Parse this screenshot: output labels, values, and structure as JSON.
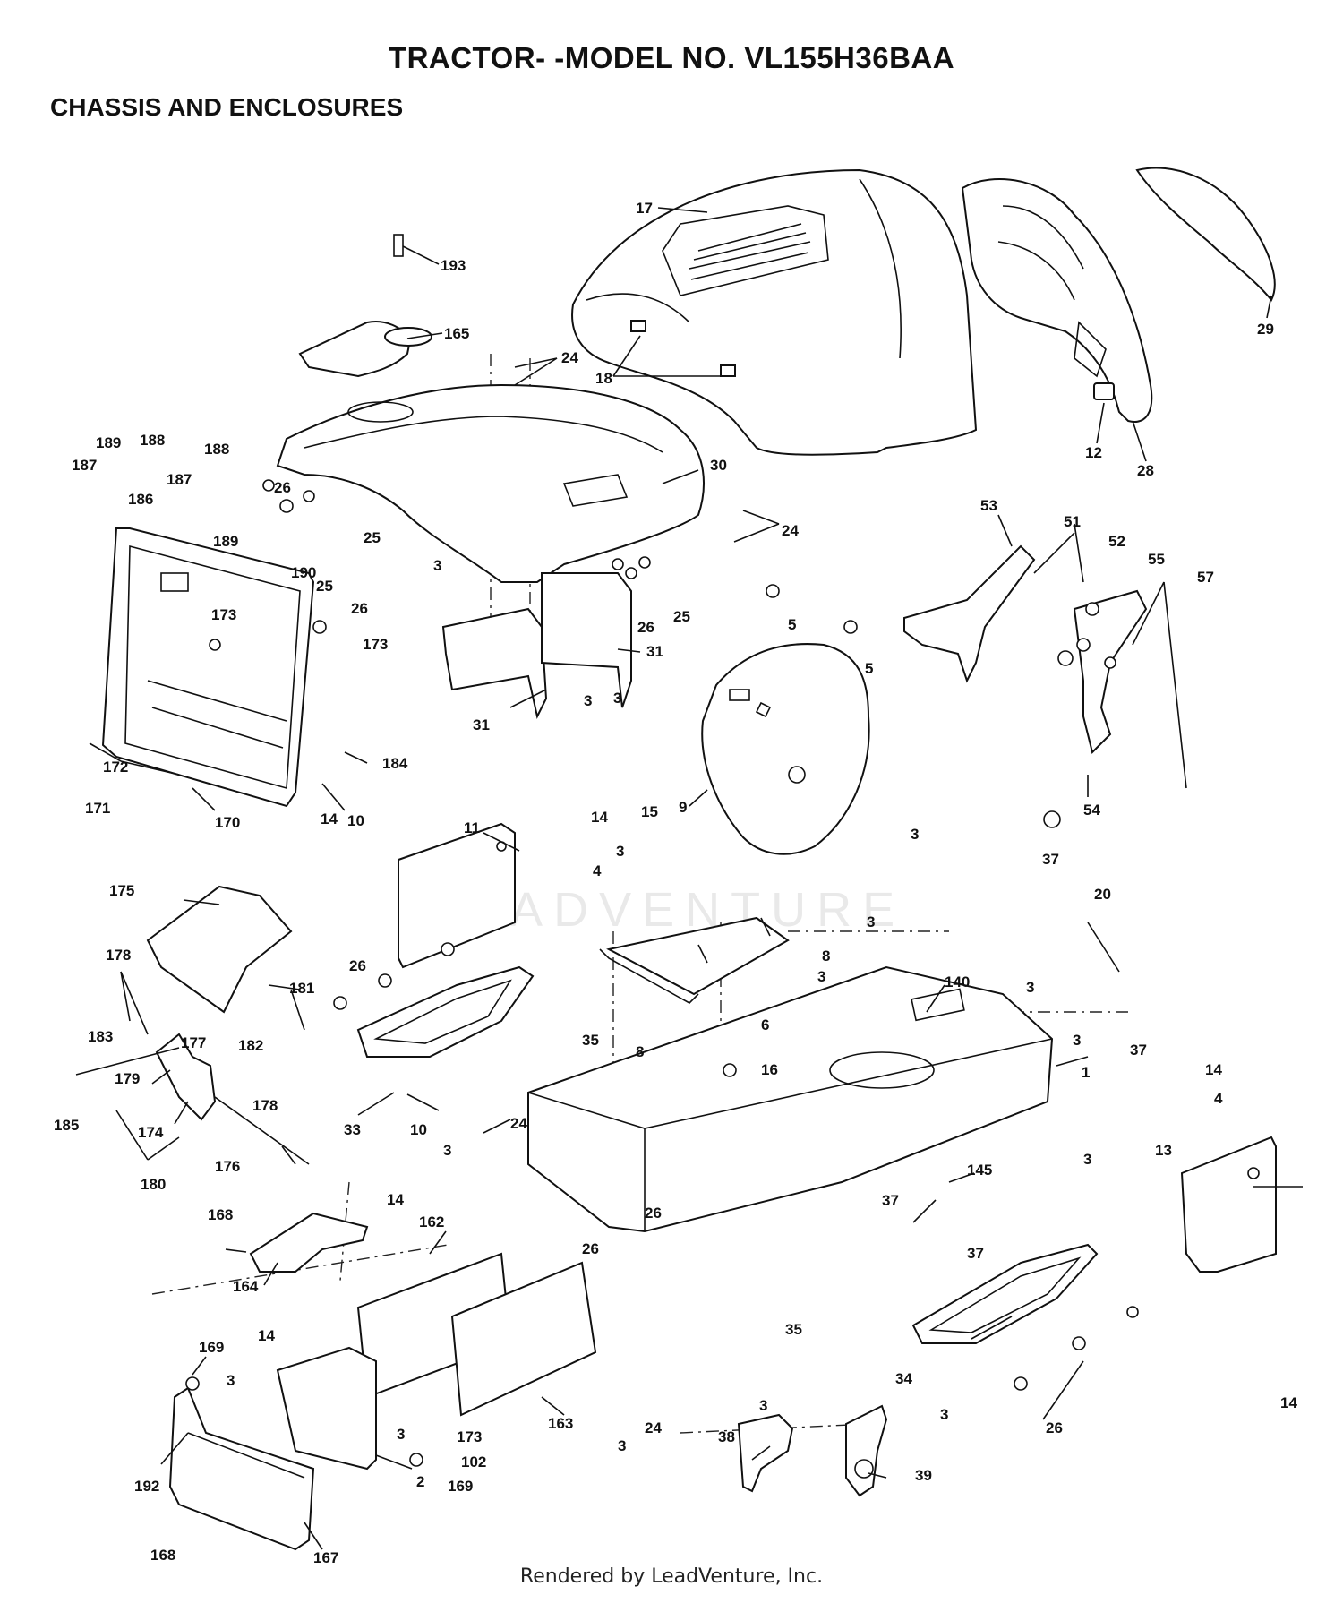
{
  "page": {
    "title": "TRACTOR- -MODEL NO. VL155H36BAA",
    "subtitle": "CHASSIS AND ENCLOSURES",
    "footer": "Rendered by LeadVenture, Inc.",
    "watermark": "LEADVENTURE"
  },
  "callouts": [
    {
      "id": "17"
    },
    {
      "id": "193"
    },
    {
      "id": "165"
    },
    {
      "id": "24"
    },
    {
      "id": "18"
    },
    {
      "id": "29"
    },
    {
      "id": "12"
    },
    {
      "id": "28"
    },
    {
      "id": "189"
    },
    {
      "id": "188"
    },
    {
      "id": "187"
    },
    {
      "id": "186"
    },
    {
      "id": "190"
    },
    {
      "id": "26"
    },
    {
      "id": "25"
    },
    {
      "id": "30"
    },
    {
      "id": "173"
    },
    {
      "id": "3"
    },
    {
      "id": "53"
    },
    {
      "id": "51"
    },
    {
      "id": "52"
    },
    {
      "id": "55"
    },
    {
      "id": "57"
    },
    {
      "id": "5"
    },
    {
      "id": "31"
    },
    {
      "id": "172"
    },
    {
      "id": "171"
    },
    {
      "id": "170"
    },
    {
      "id": "184"
    },
    {
      "id": "10"
    },
    {
      "id": "9"
    },
    {
      "id": "54"
    },
    {
      "id": "11"
    },
    {
      "id": "15"
    },
    {
      "id": "14"
    },
    {
      "id": "4"
    },
    {
      "id": "175"
    },
    {
      "id": "178"
    },
    {
      "id": "181"
    },
    {
      "id": "183"
    },
    {
      "id": "177"
    },
    {
      "id": "182"
    },
    {
      "id": "179"
    },
    {
      "id": "185"
    },
    {
      "id": "174"
    },
    {
      "id": "180"
    },
    {
      "id": "176"
    },
    {
      "id": "35"
    },
    {
      "id": "33"
    },
    {
      "id": "8"
    },
    {
      "id": "6"
    },
    {
      "id": "16"
    },
    {
      "id": "20"
    },
    {
      "id": "37"
    },
    {
      "id": "140"
    },
    {
      "id": "1"
    },
    {
      "id": "13"
    },
    {
      "id": "145"
    },
    {
      "id": "168"
    },
    {
      "id": "164"
    },
    {
      "id": "162"
    },
    {
      "id": "169"
    },
    {
      "id": "192"
    },
    {
      "id": "167"
    },
    {
      "id": "2"
    },
    {
      "id": "102"
    },
    {
      "id": "163"
    },
    {
      "id": "34"
    },
    {
      "id": "38"
    },
    {
      "id": "39"
    }
  ]
}
